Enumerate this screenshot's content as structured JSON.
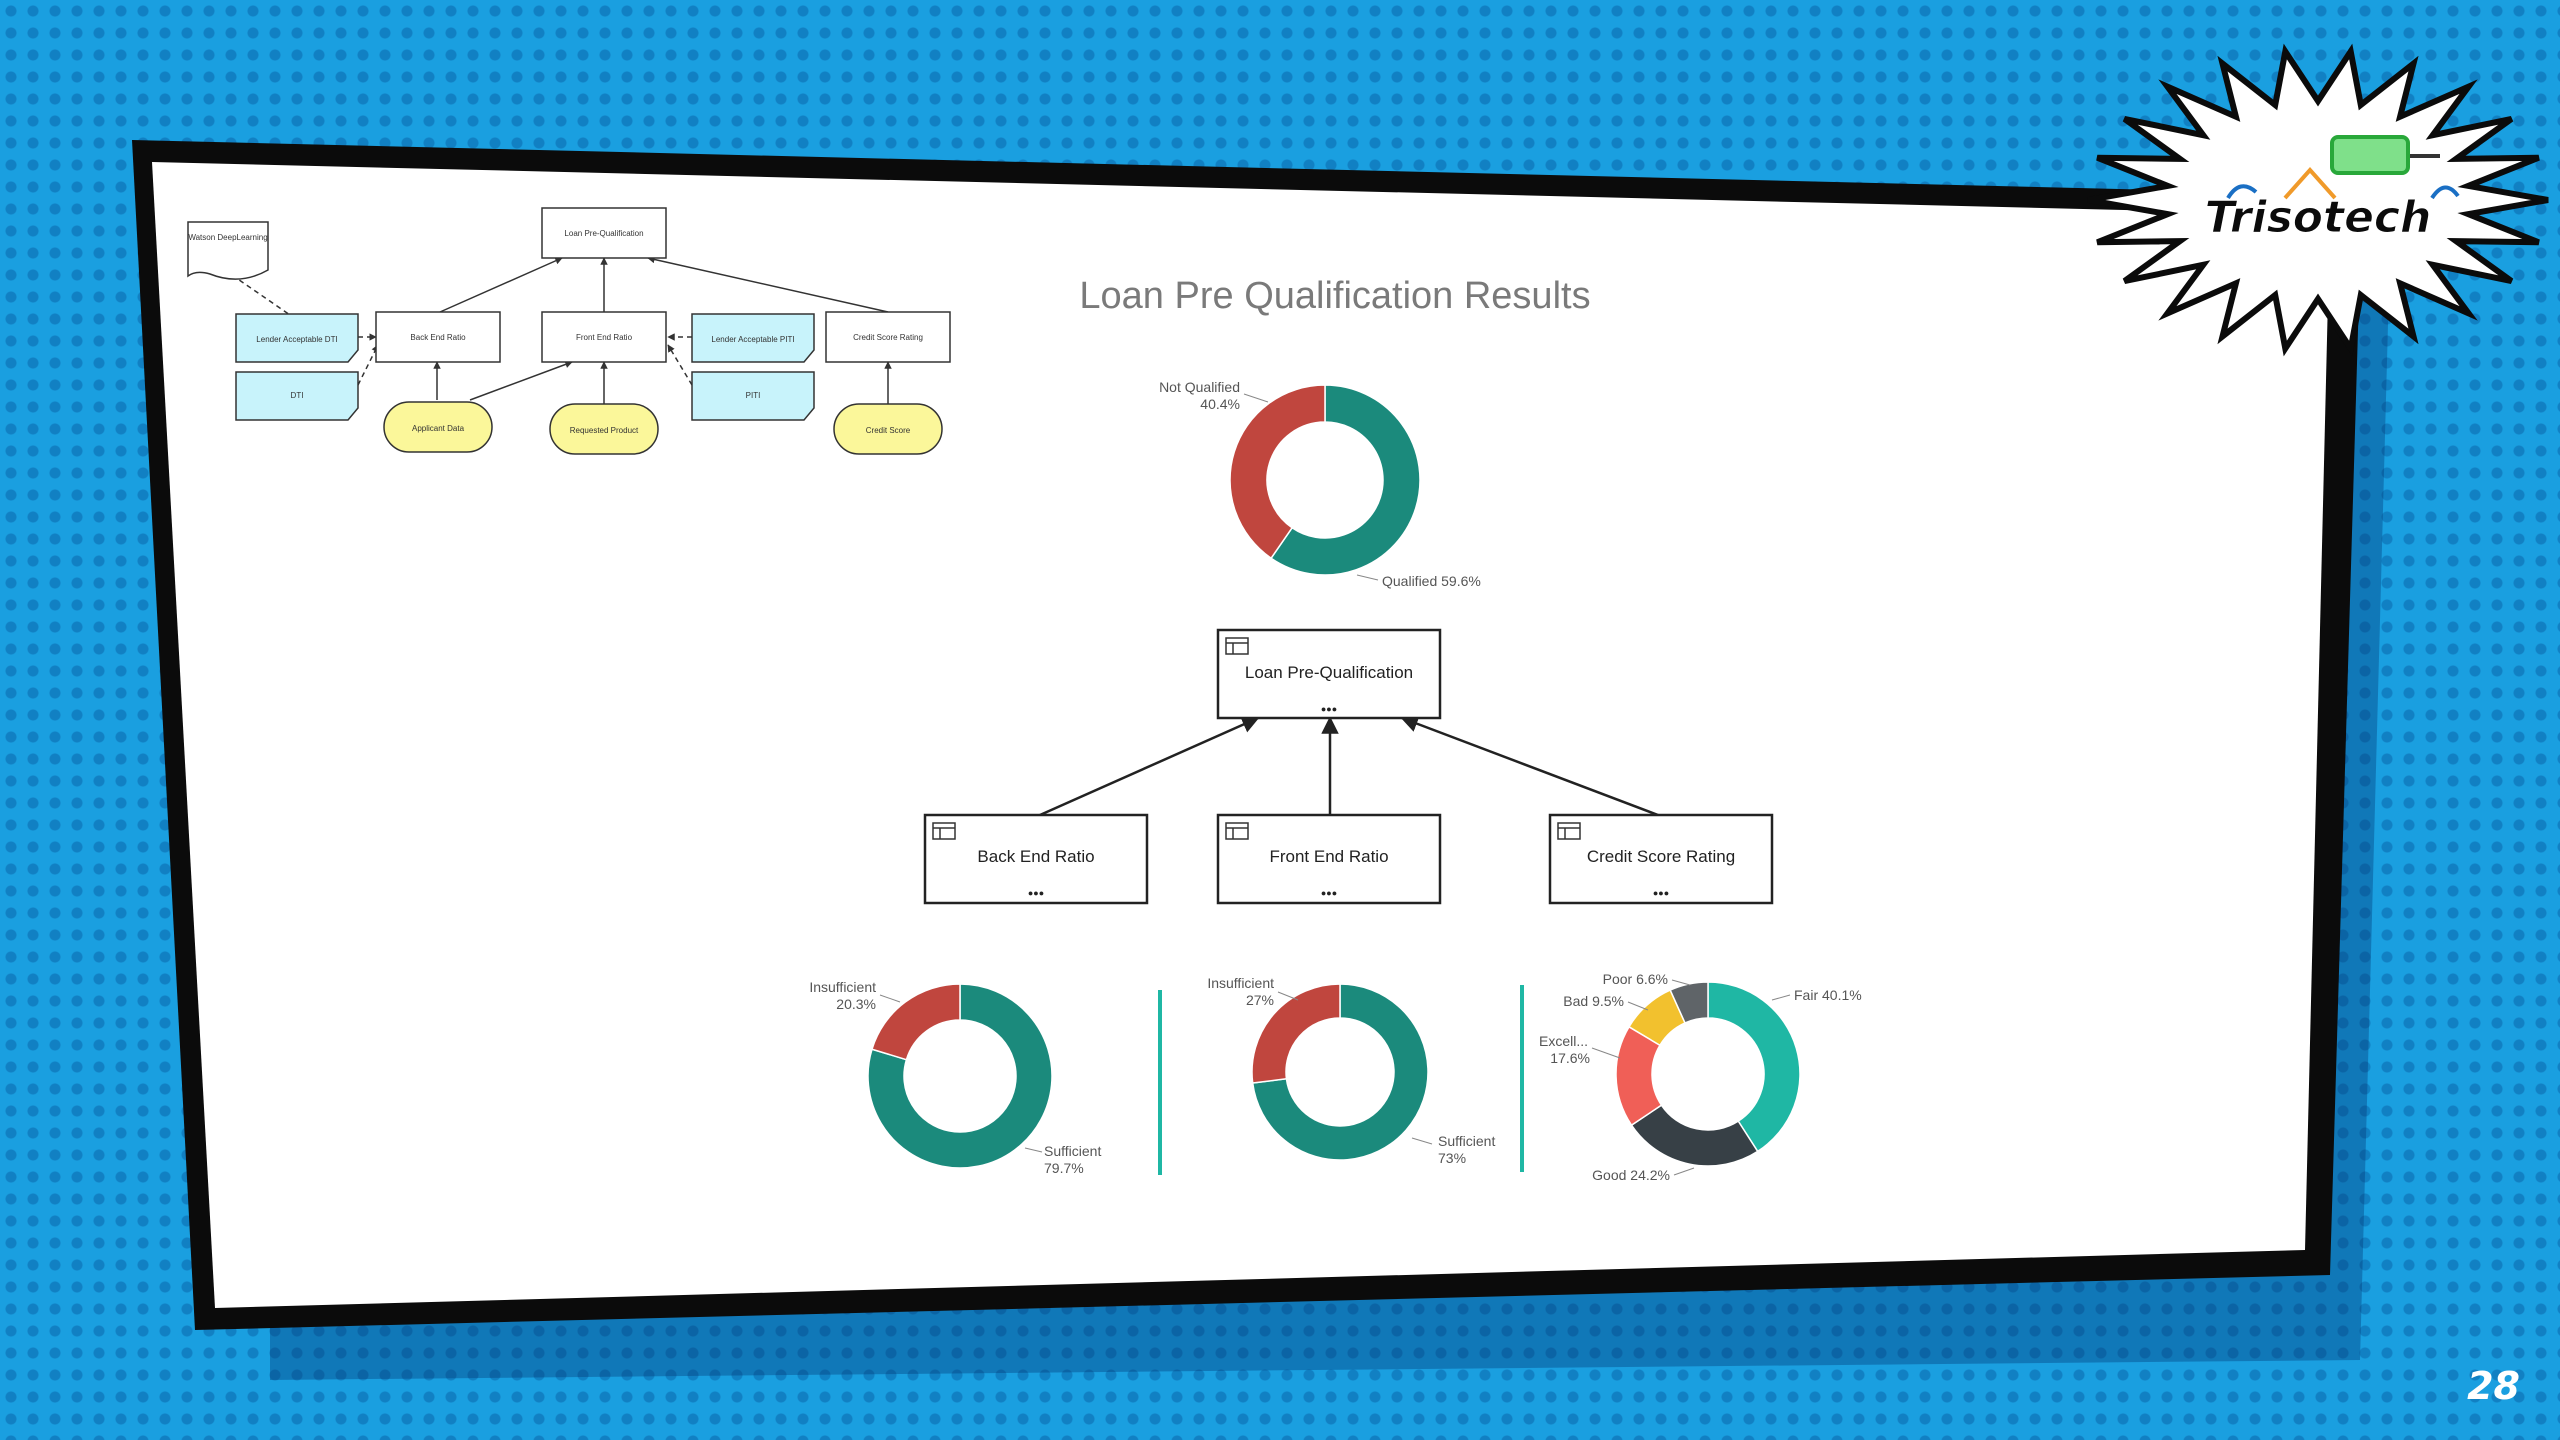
{
  "slide": {
    "title": "Loan Pre Qualification Results",
    "page_number": "28",
    "logo_text": "Trisotech"
  },
  "mini_diagram": {
    "top": "Loan Pre-Qualification",
    "note": "Watson DeepLearning",
    "decisions": [
      "Back End Ratio",
      "Front End Ratio",
      "Credit Score Rating"
    ],
    "knowledge": [
      "Lender Acceptable DTI",
      "DTI",
      "Lender Acceptable PITI",
      "PITI"
    ],
    "inputs": [
      "Applicant Data",
      "Requested Product",
      "Credit Score"
    ]
  },
  "diagram": {
    "top": "Loan Pre-Qualification",
    "children": [
      "Back End Ratio",
      "Front End Ratio",
      "Credit Score Rating"
    ],
    "more_glyph": "●●●"
  },
  "colors": {
    "teal": "#1b8a7c",
    "red": "#c0463e",
    "fair": "#1fb7a4",
    "good": "#374046",
    "excellent": "#f05f57",
    "bad": "#f2c12e",
    "poor": "#5f6468"
  },
  "chart_data": [
    {
      "type": "pie",
      "donut": true,
      "title": "",
      "slices": [
        {
          "label": "Qualified",
          "value": 59.6,
          "text": "Qualified 59.6%"
        },
        {
          "label": "Not Qualified",
          "value": 40.4,
          "text": "Not Qualified 40.4%"
        }
      ]
    },
    {
      "type": "pie",
      "donut": true,
      "title": "",
      "slices": [
        {
          "label": "Sufficient",
          "value": 79.7,
          "text": "Sufficient 79.7%"
        },
        {
          "label": "Insufficient",
          "value": 20.3,
          "text": "Insufficient 20.3%"
        }
      ]
    },
    {
      "type": "pie",
      "donut": true,
      "title": "",
      "slices": [
        {
          "label": "Sufficient",
          "value": 73,
          "text": "Sufficient 73%"
        },
        {
          "label": "Insufficient",
          "value": 27,
          "text": "Insufficient 27%"
        }
      ]
    },
    {
      "type": "pie",
      "donut": true,
      "title": "",
      "slices": [
        {
          "label": "Fair",
          "value": 40.1,
          "text": "Fair 40.1%"
        },
        {
          "label": "Good",
          "value": 24.2,
          "text": "Good 24.2%"
        },
        {
          "label": "Excell...",
          "value": 17.6,
          "text": "Excell... 17.6%"
        },
        {
          "label": "Bad",
          "value": 9.5,
          "text": "Bad 9.5%"
        },
        {
          "label": "Poor",
          "value": 6.6,
          "text": "Poor 6.6%"
        }
      ]
    }
  ]
}
